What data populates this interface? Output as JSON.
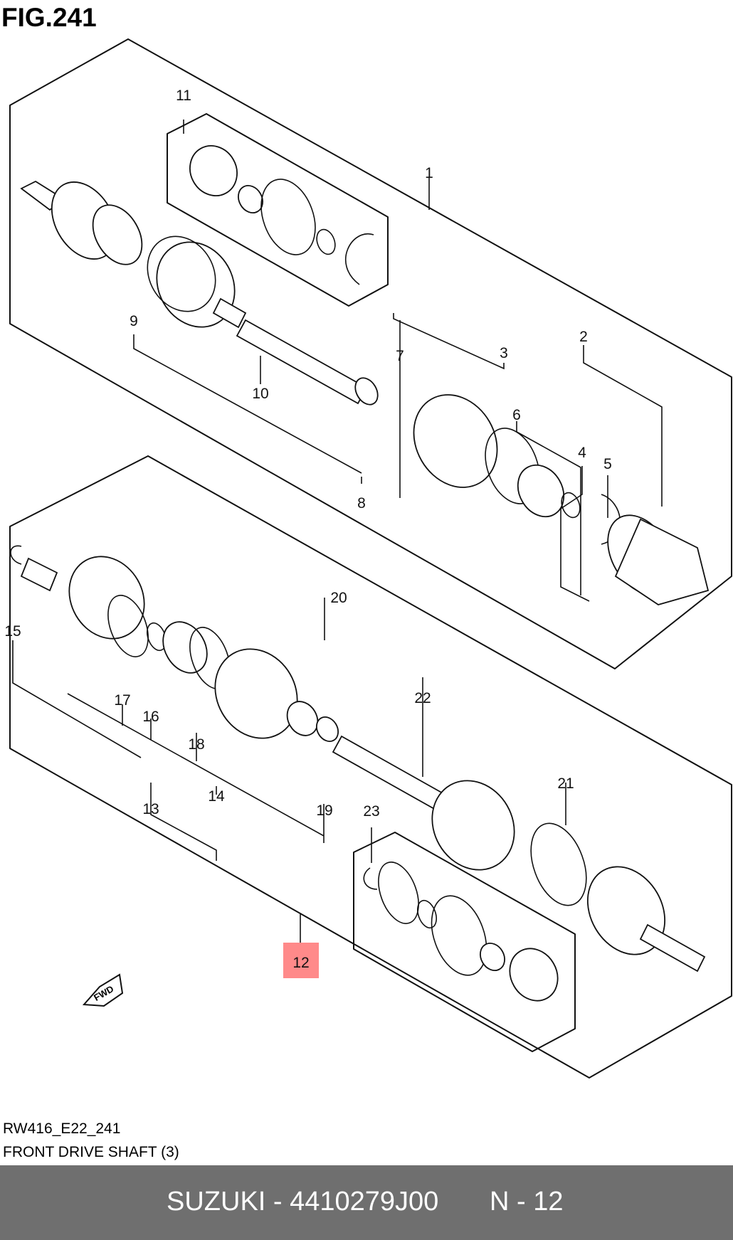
{
  "figure": {
    "title": "FIG.241",
    "code": "RW416_E22_241",
    "caption": "FRONT DRIVE SHAFT (3)",
    "fwd_label": "FWD",
    "highlight_color": "#ff8a8a",
    "highlighted_part": "12"
  },
  "callouts": [
    "1",
    "2",
    "3",
    "4",
    "5",
    "6",
    "7",
    "8",
    "9",
    "10",
    "11",
    "12",
    "13",
    "14",
    "15",
    "16",
    "17",
    "18",
    "19",
    "20",
    "21",
    "22",
    "23"
  ],
  "footer": {
    "part_number": "SUZUKI - 4410279J00",
    "reference": "N - 12",
    "background": "#6f6f6f"
  }
}
